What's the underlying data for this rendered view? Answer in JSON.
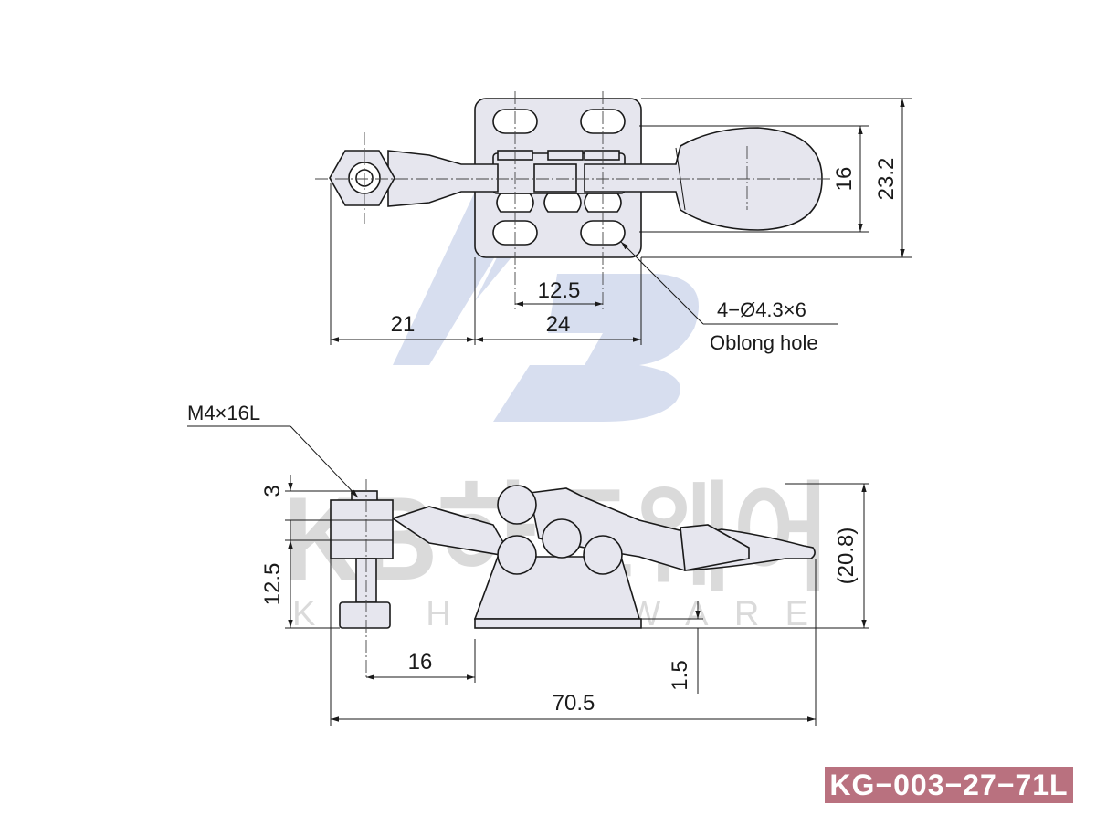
{
  "watermark": {
    "logo": "KB",
    "korean": "KB하드웨어",
    "english": "KB HARDWARE"
  },
  "top_view": {
    "dim_24": "24",
    "dim_21": "21",
    "dim_12_5": "12.5",
    "dim_16": "16",
    "dim_23_2": "23.2",
    "hole_spec": "4−Ø4.3×6",
    "hole_type": "Oblong hole"
  },
  "side_view": {
    "bolt_spec": "M4×16L",
    "dim_3": "3",
    "dim_12_5": "12.5",
    "dim_16": "16",
    "dim_1_5": "1.5",
    "dim_70_5": "70.5",
    "dim_20_8": "(20.8)"
  },
  "part_code": "KG−003−27−71L",
  "colors": {
    "badge": "#b9717f",
    "logo_watermark": "#c9d3ea"
  }
}
